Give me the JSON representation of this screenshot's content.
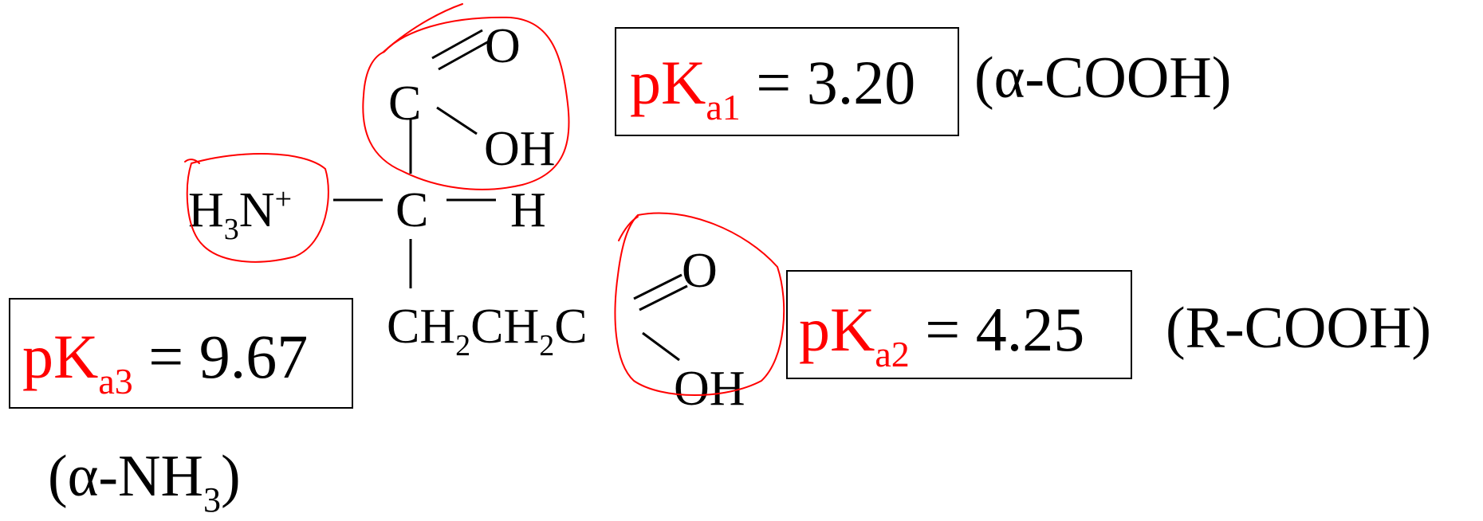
{
  "molecule": {
    "top_o": "O",
    "top_c": "C",
    "top_oh": "OH",
    "amine_h": "H",
    "amine_sub": "3",
    "amine_n": "N",
    "amine_plus": "+",
    "center_c": "C",
    "right_h": "H",
    "chain_ch1": "CH",
    "chain_sub1": "2",
    "chain_ch2": "CH",
    "chain_sub2": "2",
    "chain_c": "C",
    "side_o": "O",
    "side_oh": "OH"
  },
  "pka1": {
    "pk": "pK",
    "sub": "a1",
    "eq": " = 3.20",
    "group": "(α-COOH)"
  },
  "pka2": {
    "pk": "pK",
    "sub": "a2",
    "eq": " = 4.25",
    "group": "(R-COOH)"
  },
  "pka3": {
    "pk": "pK",
    "sub": "a3",
    "eq": " = 9.67",
    "group_pre": "(α-NH",
    "group_sub": "3",
    "group_post": ")"
  },
  "colors": {
    "accent": "#ff0000",
    "ink": "#000000"
  }
}
